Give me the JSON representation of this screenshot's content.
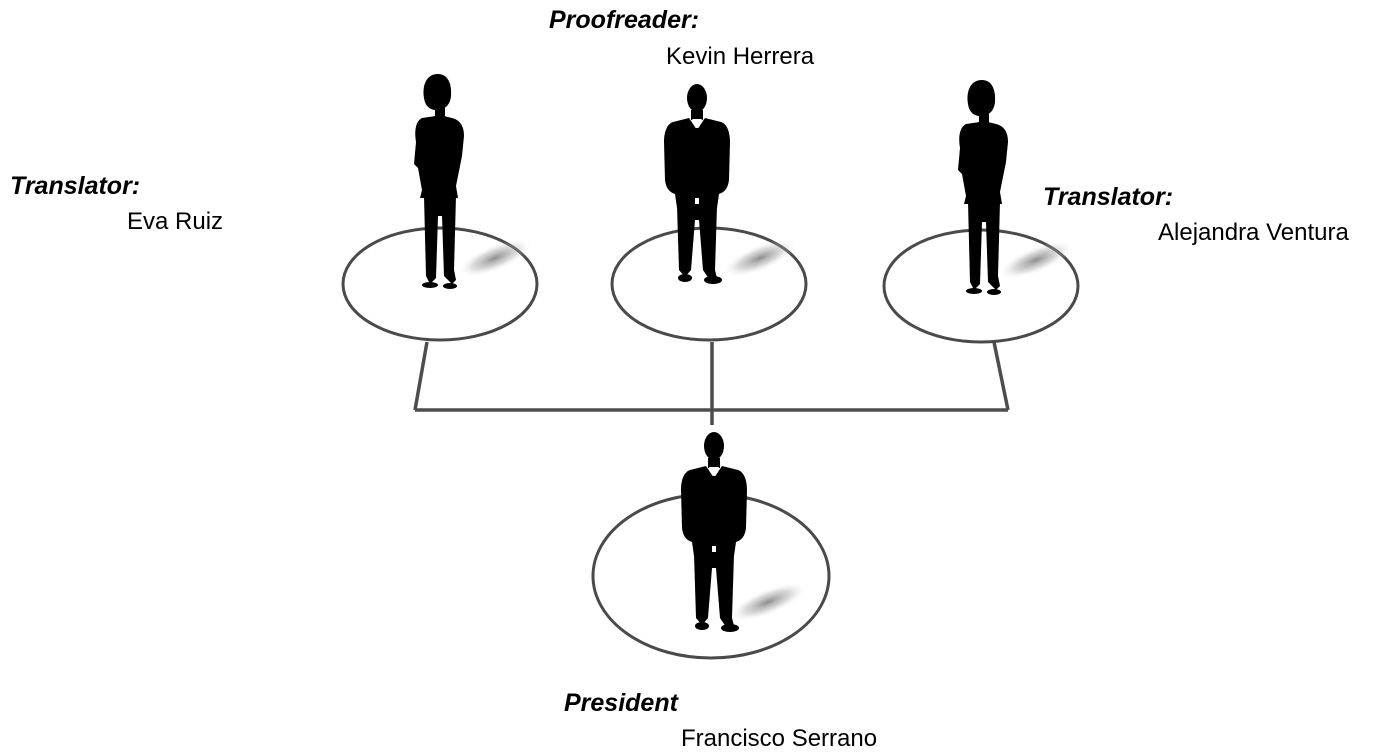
{
  "members": [
    {
      "id": "proofreader",
      "role": "Proofreader:",
      "name": "Kevin Herrera",
      "figure": "man"
    },
    {
      "id": "translator-left",
      "role": "Translator:",
      "name": "Eva Ruiz",
      "figure": "woman"
    },
    {
      "id": "translator-right",
      "role": "Translator:",
      "name": "Alejandra Ventura",
      "figure": "woman"
    },
    {
      "id": "president",
      "role": "President",
      "name": "Francisco Serrano",
      "figure": "man"
    }
  ],
  "icons": [
    "man-silhouette-icon",
    "woman-silhouette-icon"
  ]
}
